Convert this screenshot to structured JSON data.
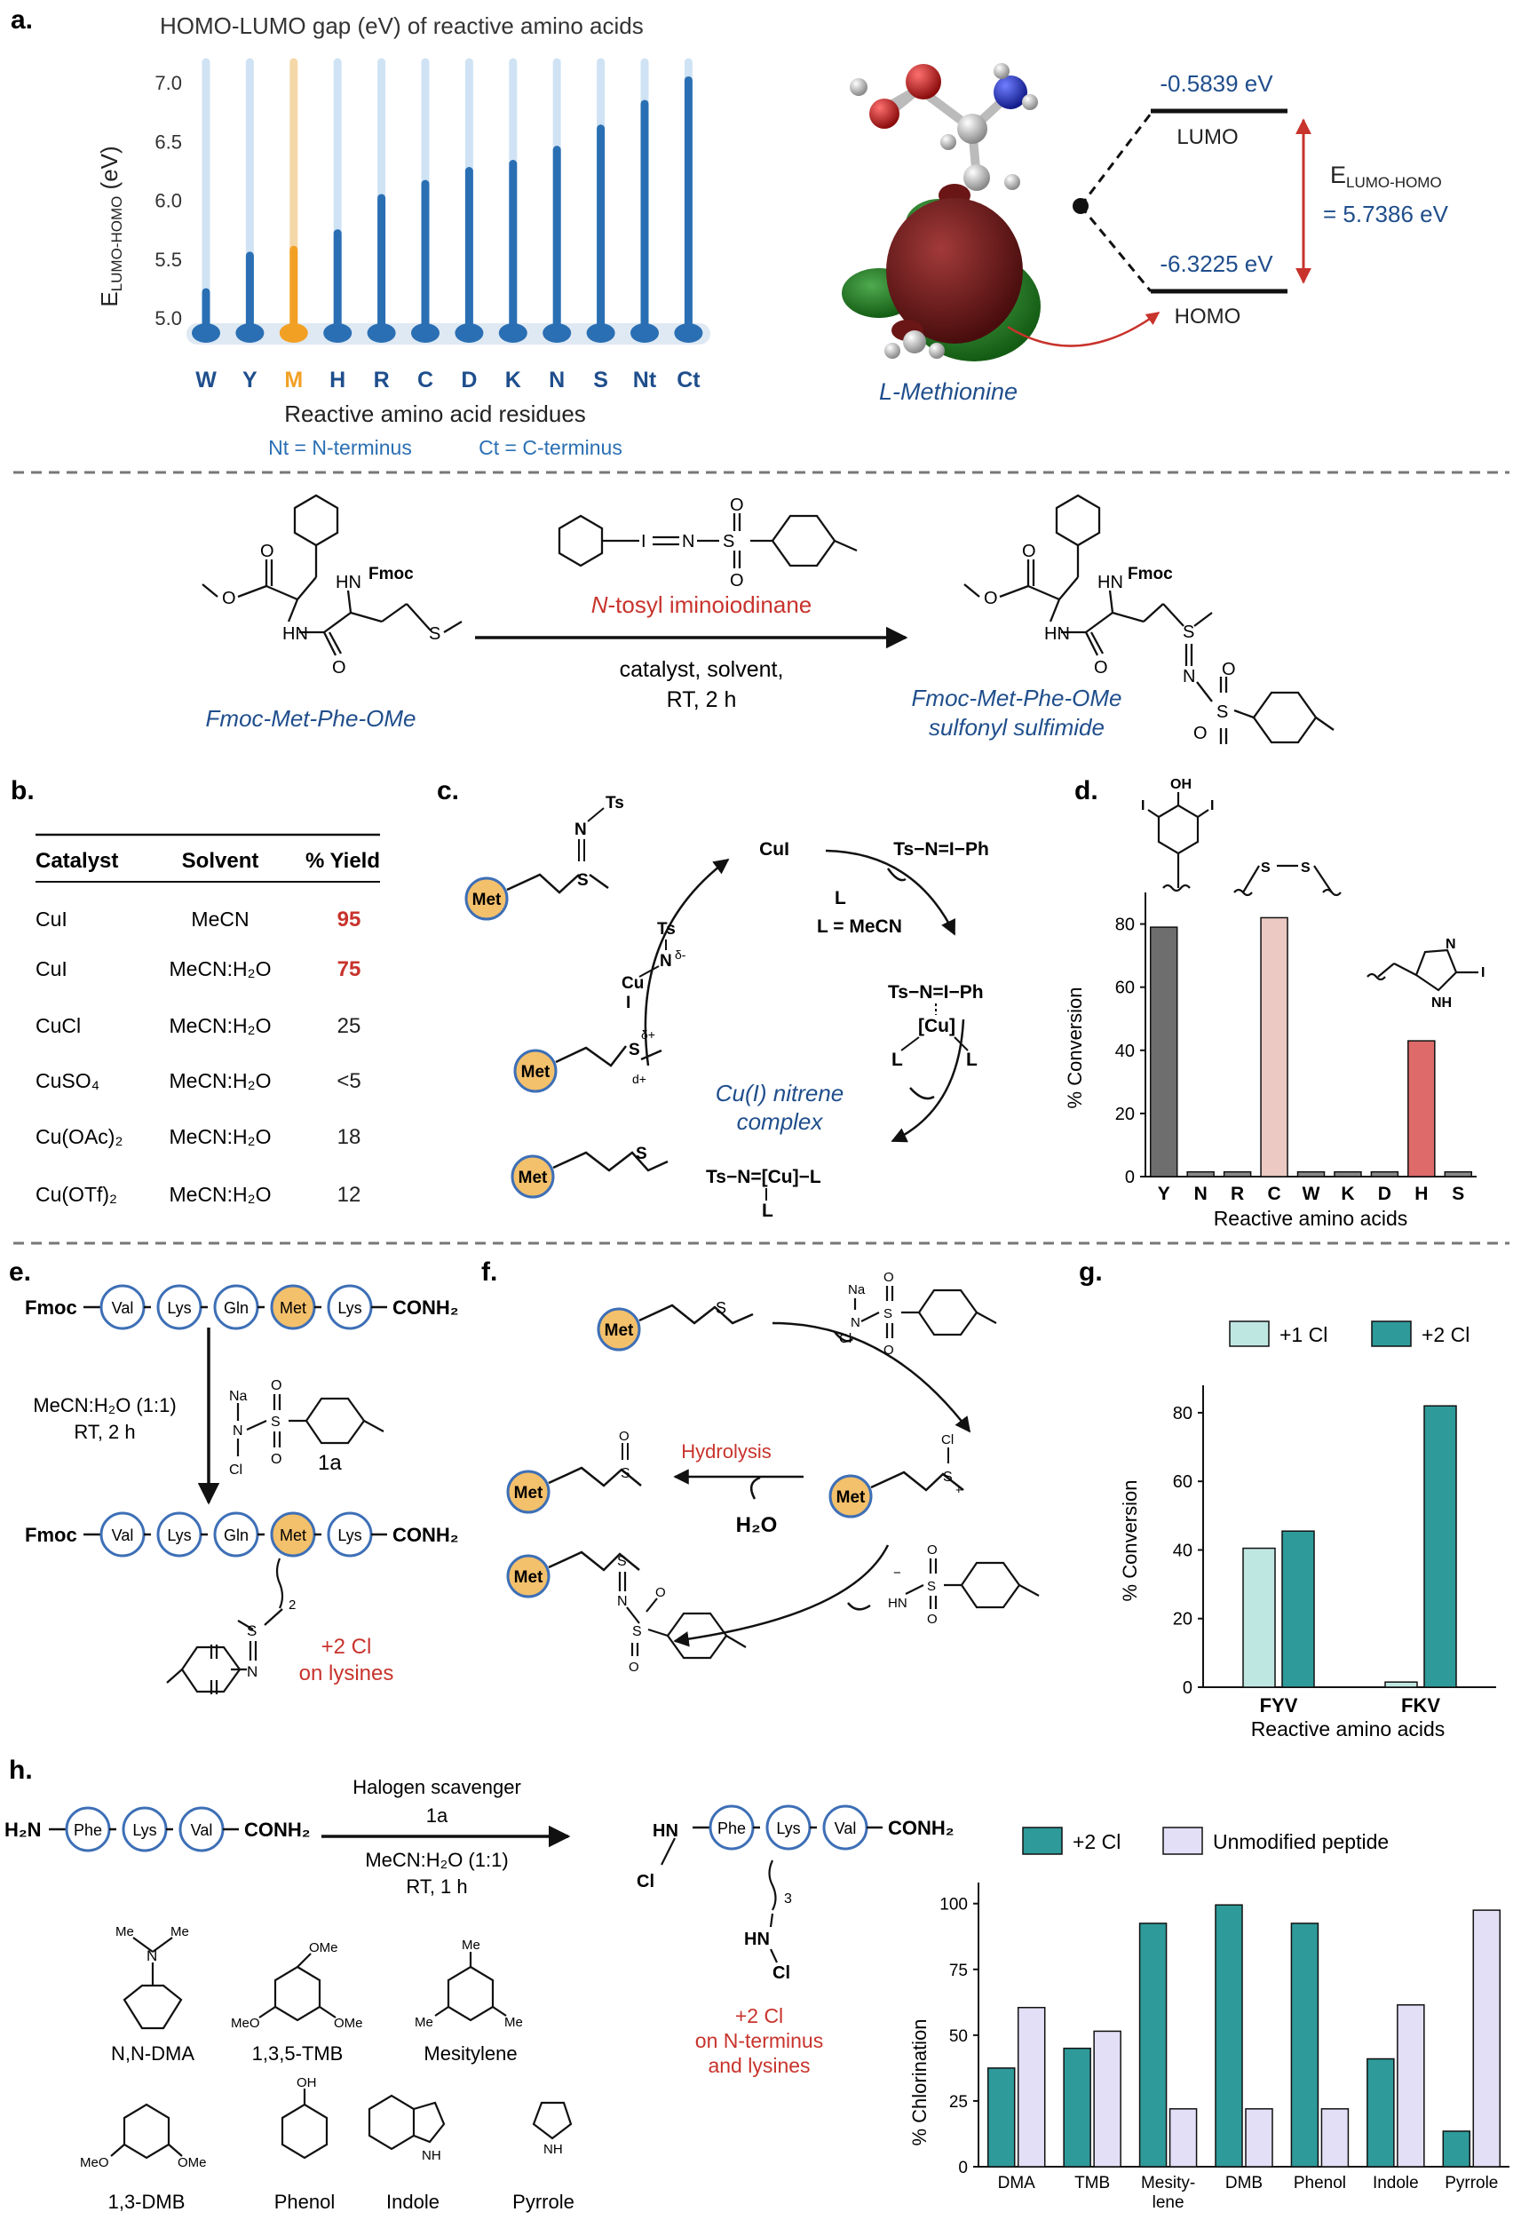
{
  "colors": {
    "blue": "#2a6fb3",
    "light_blue": "#cfe3f4",
    "orange": "#f2a024",
    "light_orange": "#f5d8a8",
    "red_text": "#c8332c",
    "navy_text": "#1f4e8c",
    "met_fill": "#f3c06b",
    "met_stroke": "#3d6fb6",
    "teal": "#2e9a9a",
    "teal_light": "#bfe7e2",
    "lavender": "#e2dff6",
    "dark_gray": "#6e6e6e",
    "pink": "#ecc9c3",
    "salmon": "#de6a6a"
  },
  "panel_a": {
    "label": "a.",
    "chart_title": "HOMO-LUMO gap (eV) of reactive amino acids",
    "ylabel_main": "E",
    "ylabel_sub": "LUMO-HOMO",
    "ylabel_unit": " (eV)",
    "xlabel": "Reactive amino acid residues",
    "footnote_nt": "Nt = N-terminus",
    "footnote_ct": "Ct = C-terminus",
    "molecule_name": "L-Methionine",
    "lumo_value": "-0.5839 eV",
    "lumo_label": "LUMO",
    "homo_value": "-6.3225 eV",
    "homo_label": "HOMO",
    "gap_main": "E",
    "gap_sub": "LUMO-HOMO",
    "gap_value": "= 5.7386 eV",
    "reaction": {
      "reagent_name_prefix": "N",
      "reagent_name_rest": "-tosyl iminoiodinane",
      "conditions_1": "catalyst, solvent,",
      "conditions_2": "RT, 2 h",
      "start_name": "Fmoc-Met-Phe-OMe",
      "product_name_1": "Fmoc-Met-Phe-OMe",
      "product_name_2": "sulfonyl sulfimide",
      "fmoc": "Fmoc"
    }
  },
  "panel_b": {
    "label": "b.",
    "headers": [
      "Catalyst",
      "Solvent",
      "% Yield"
    ],
    "rows": [
      {
        "catalyst": "CuI",
        "solvent": "MeCN",
        "yield": "95",
        "highlight": true
      },
      {
        "catalyst": "CuI",
        "solvent": "MeCN:H₂O",
        "yield": "75",
        "highlight": true
      },
      {
        "catalyst": "CuCl",
        "solvent": "MeCN:H₂O",
        "yield": "25",
        "highlight": false
      },
      {
        "catalyst": "CuSO₄",
        "solvent": "MeCN:H₂O",
        "yield": "<5",
        "highlight": false
      },
      {
        "catalyst": "Cu(OAc)₂",
        "solvent": "MeCN:H₂O",
        "yield": "18",
        "highlight": false
      },
      {
        "catalyst": "Cu(OTf)₂",
        "solvent": "MeCN:H₂O",
        "yield": "12",
        "highlight": false
      }
    ]
  },
  "panel_c": {
    "label": "c.",
    "cui": "CuI",
    "reagent": "Ts−N=I−Ph",
    "l": "L",
    "l_def": "L = MeCN",
    "complex_name_1": "Cu(I) nitrene",
    "complex_name_2": "complex",
    "nitrene": "Ts−N=[Cu]−L",
    "met": "Met"
  },
  "panel_d": {
    "label": "d.",
    "ylabel": "% Conversion",
    "xlabel": "Reactive amino acids"
  },
  "panel_e": {
    "label": "e.",
    "fmoc": "Fmoc",
    "conh2": "CONH₂",
    "residues": [
      "Val",
      "Lys",
      "Gln",
      "Met",
      "Lys"
    ],
    "conditions_1": "MeCN:H₂O (1:1)",
    "conditions_2": "RT, 2 h",
    "reagent_label": "1a",
    "annotation_1": "+2 Cl",
    "annotation_2": "on lysines"
  },
  "panel_f": {
    "label": "f.",
    "hydrolysis": "Hydrolysis",
    "water": "H₂O",
    "met": "Met"
  },
  "panel_g": {
    "label": "g.",
    "ylabel": "% Conversion",
    "xlabel": "Reactive amino acids"
  },
  "panel_h": {
    "label": "h.",
    "h2n": "H₂N",
    "conh2": "CONH₂",
    "residues": [
      "Phe",
      "Lys",
      "Val"
    ],
    "scavenger_1": "Halogen scavenger",
    "scavenger_2": "1a",
    "conditions_1": "MeCN:H₂O (1:1)",
    "conditions_2": "RT, 1 h",
    "annotation_1": "+2 Cl",
    "annotation_2": "on N-terminus",
    "annotation_3": "and lysines",
    "scavengers": [
      "N,N-DMA",
      "1,3,5-TMB",
      "Mesitylene",
      "1,3-DMB",
      "Phenol",
      "Indole",
      "Pyrrole"
    ],
    "ylabel": "% Chlorination"
  },
  "chart_data": [
    {
      "type": "bar",
      "title": "HOMO-LUMO gap (eV) of reactive amino acids",
      "xlabel": "Reactive amino acid residues",
      "ylabel": "ELUMO-HOMO (eV)",
      "categories": [
        "W",
        "Y",
        "M",
        "H",
        "R",
        "C",
        "D",
        "K",
        "N",
        "S",
        "Nt",
        "Ct"
      ],
      "values": [
        5.22,
        5.53,
        5.58,
        5.72,
        6.02,
        6.14,
        6.25,
        6.31,
        6.43,
        6.61,
        6.82,
        7.02
      ],
      "highlight": "M",
      "yticks": [
        5.0,
        5.5,
        6.0,
        6.5,
        7.0
      ],
      "ylim": [
        4.85,
        7.25
      ]
    },
    {
      "type": "bar",
      "xlabel": "Reactive amino acids",
      "ylabel": "% Conversion",
      "categories": [
        "Y",
        "N",
        "R",
        "C",
        "W",
        "K",
        "D",
        "H",
        "S"
      ],
      "values": [
        79,
        1.5,
        1.5,
        82,
        1.5,
        1.5,
        1.5,
        43,
        1.5
      ],
      "yticks": [
        0,
        20,
        40,
        60,
        80
      ],
      "ylim": [
        0,
        90
      ]
    },
    {
      "type": "bar",
      "xlabel": "Reactive amino acids",
      "ylabel": "% Conversion",
      "categories": [
        "FYV",
        "FKV"
      ],
      "series": [
        {
          "name": "+1 Cl",
          "values": [
            40.5,
            1.5
          ]
        },
        {
          "name": "+2 Cl",
          "values": [
            45.5,
            82
          ]
        }
      ],
      "yticks": [
        0,
        20,
        40,
        60,
        80
      ],
      "ylim": [
        0,
        88
      ]
    },
    {
      "type": "bar",
      "ylabel": "% Chlorination",
      "categories": [
        "DMA",
        "TMB",
        "Mesity-lene",
        "DMB",
        "Phenol",
        "Indole",
        "Pyrrole"
      ],
      "series": [
        {
          "name": "+2 Cl",
          "values": [
            37.5,
            45,
            92.5,
            99.5,
            92.5,
            41,
            13.5
          ]
        },
        {
          "name": "Unmodified peptide",
          "values": [
            60.5,
            51.5,
            22,
            22,
            22,
            61.5,
            97.5
          ]
        }
      ],
      "yticks": [
        0,
        25,
        50,
        75,
        100
      ],
      "ylim": [
        0,
        108
      ]
    }
  ]
}
